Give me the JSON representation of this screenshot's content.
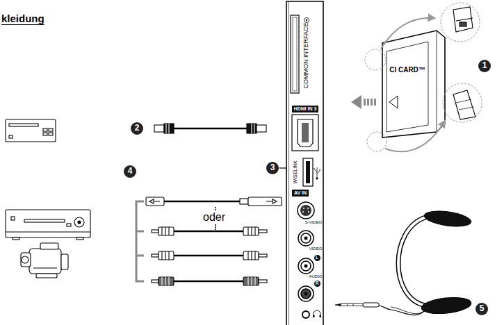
{
  "diagram": {
    "title": "kleidung",
    "nodes": [
      {
        "text": [
          "1"
        ]
      },
      {
        "text": [
          "HDMI IN 3"
        ]
      },
      {
        "text": [
          "2"
        ]
      },
      {
        "text": [
          "3"
        ]
      },
      {
        "text": [
          "4"
        ]
      },
      {
        "text": [
          "AV IN"
        ]
      },
      {
        "text": [
          "L"
        ]
      },
      {
        "text": [
          "R"
        ]
      },
      {
        "text": [
          "5"
        ]
      }
    ],
    "labels": [
      "COMMON INTERFACE",
      "CI CARD™",
      "WISELINK",
      "S-VIDEO",
      "VIDEO",
      "AUDIO",
      "oder"
    ]
  }
}
